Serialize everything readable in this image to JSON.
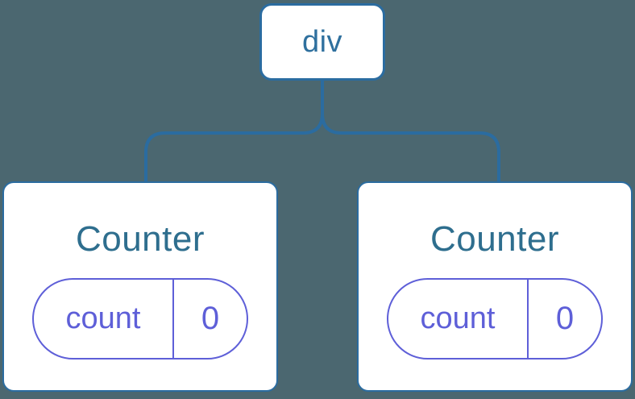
{
  "diagram": {
    "root_node": {
      "label": "div"
    },
    "nodes": [
      {
        "title": "Counter",
        "state": {
          "key": "count",
          "value": "0"
        }
      },
      {
        "title": "Counter",
        "state": {
          "key": "count",
          "value": "0"
        }
      }
    ],
    "colors": {
      "background": "#4B6770",
      "connector": "#2B6CA0",
      "node_border": "#2B6CA0",
      "node_fill": "#FFFFFF",
      "root_text": "#2F709E",
      "component_text": "#2E6E8E",
      "state_accent": "#5E5FD8"
    }
  }
}
